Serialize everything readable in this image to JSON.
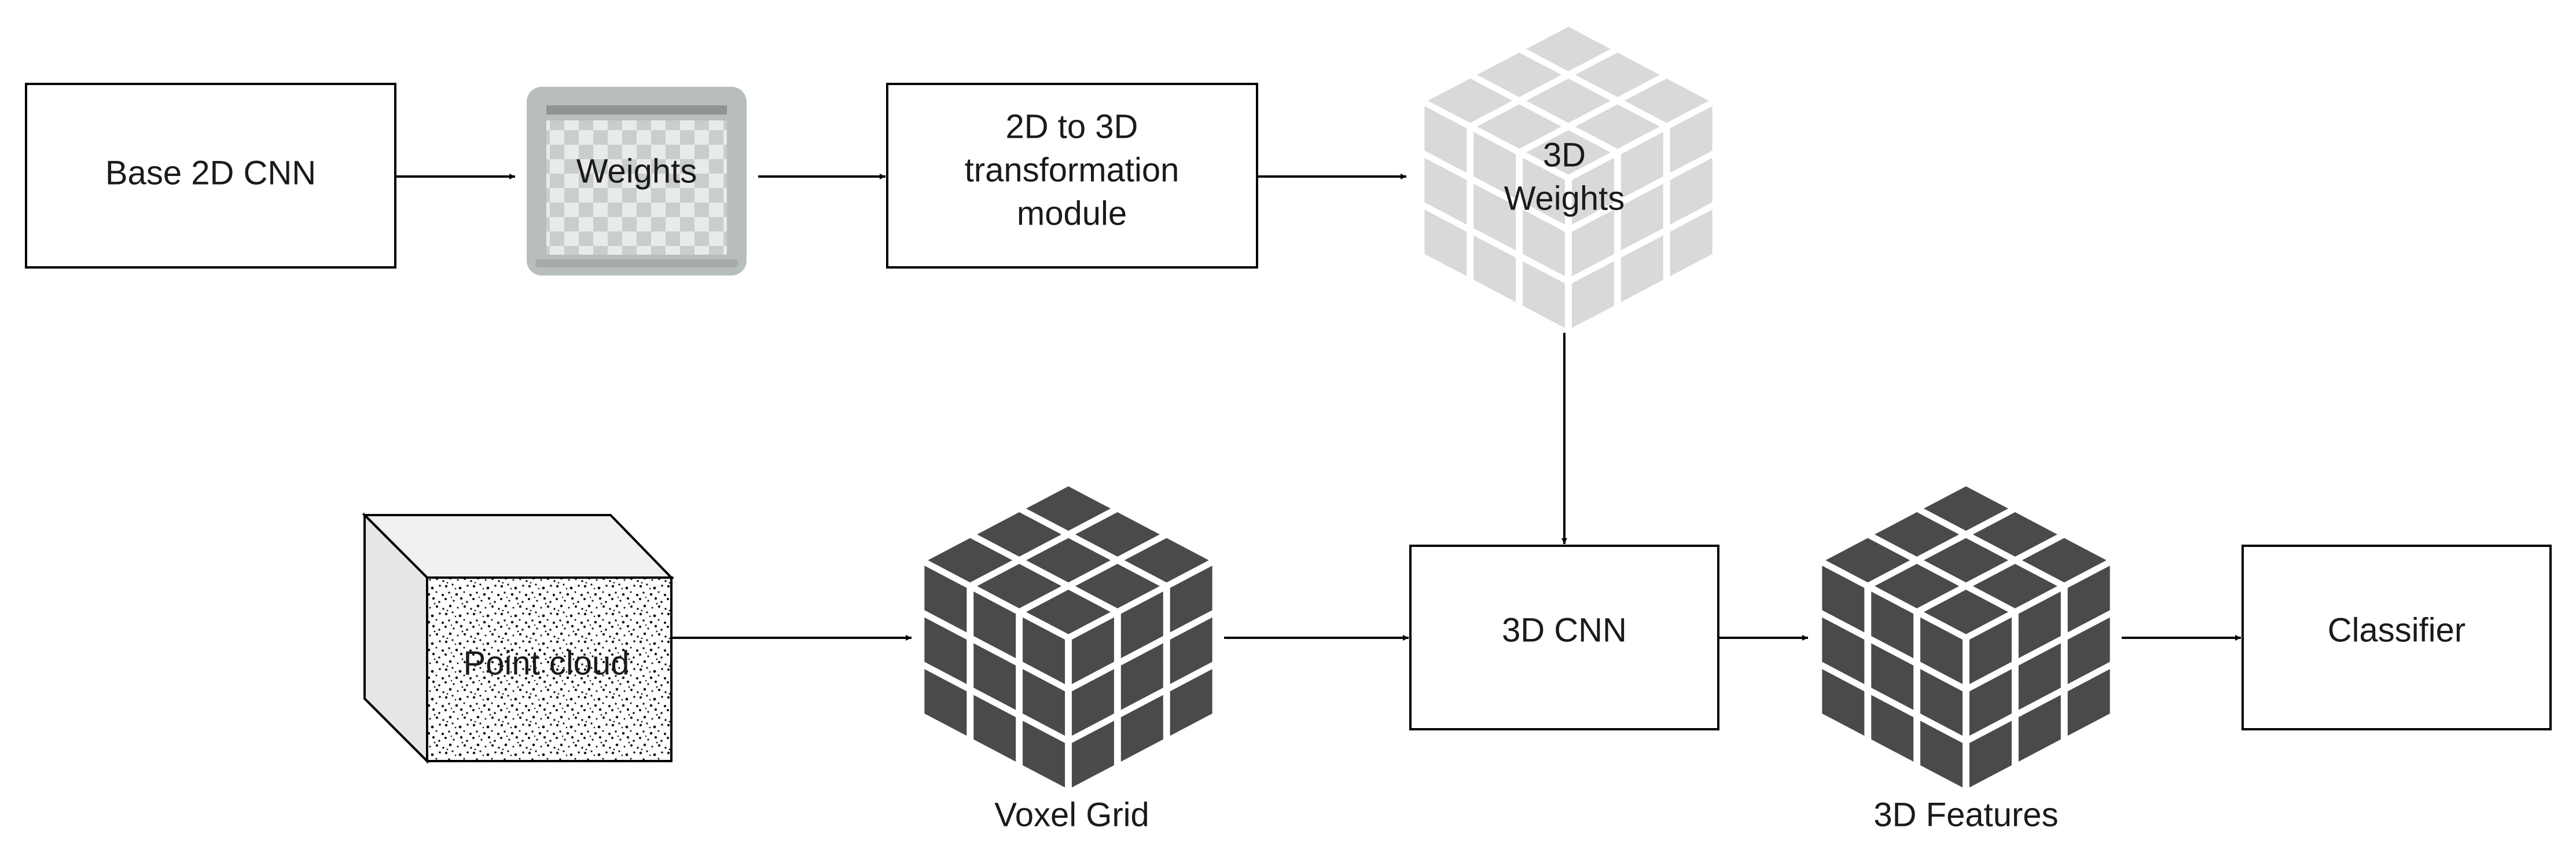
{
  "nodes": {
    "base_cnn": "Base 2D CNN",
    "weights": "Weights",
    "transform_line1": "2D to 3D",
    "transform_line2": "transformation",
    "transform_line3": "module",
    "weights3d_line1": "3D",
    "weights3d_line2": "Weights",
    "point_cloud": "Point cloud",
    "voxel_grid": "Voxel Grid",
    "cnn3d": "3D CNN",
    "features3d": "3D Features",
    "classifier": "Classifier"
  },
  "colors": {
    "box_stroke": "#000000",
    "cube_dark": "#4a4a4a",
    "cube_light": "#d9d9d9",
    "weights_panel": "#b8bdbd"
  }
}
